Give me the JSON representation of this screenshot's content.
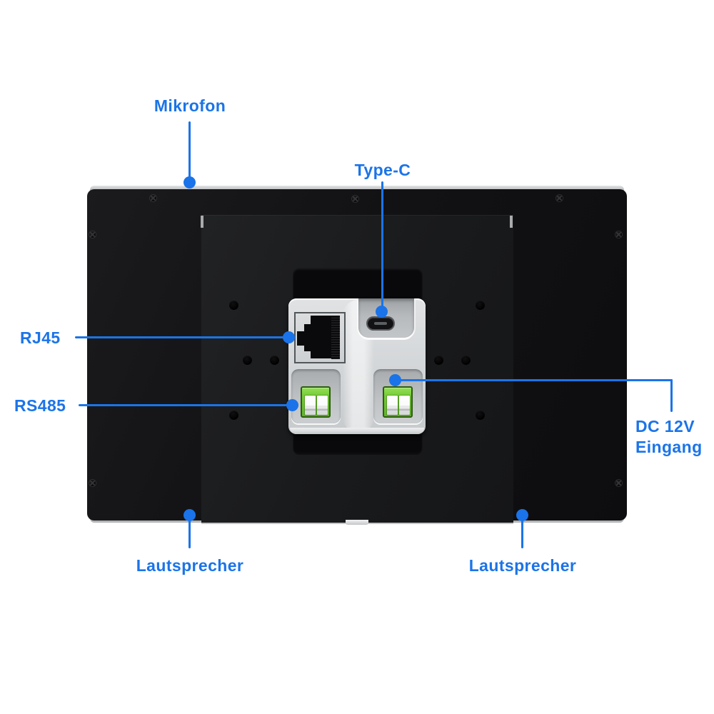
{
  "diagram": {
    "title": "device-rear-port-diagram",
    "labels": {
      "microphone": "Mikrofon",
      "type_c": "Type-C",
      "rj45": "RJ45",
      "rs485": "RS485",
      "dc_input_line1": "DC 12V",
      "dc_input_line2": "Eingang",
      "speaker_left": "Lautsprecher",
      "speaker_right": "Lautsprecher"
    },
    "ports": [
      {
        "name": "rj45-ethernet-port"
      },
      {
        "name": "usb-type-c-port"
      },
      {
        "name": "rs485-terminal-block"
      },
      {
        "name": "dc-12v-terminal-block"
      }
    ],
    "colors": {
      "callout_blue": "#1b74e8",
      "terminal_green": "#72c837",
      "device_black": "#121214",
      "io_panel_gray": "#d3d6d8",
      "background": "#ffffff"
    }
  }
}
